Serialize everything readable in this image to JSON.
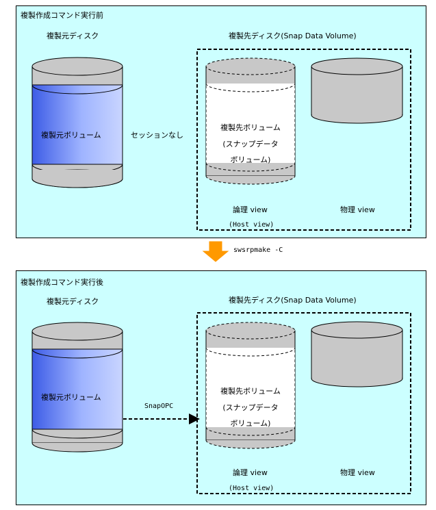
{
  "before": {
    "title": "複製作成コマンド実行前",
    "source_disk_label": "複製元ディスク",
    "target_disk_label": "複製先ディスク(Snap Data Volume)",
    "source_volume_label": "複製元ボリューム",
    "session_label": "セッションなし",
    "target_volume_line1": "複製先ボリューム",
    "target_volume_line2": "(スナップデータ",
    "target_volume_line3": "ボリューム)",
    "logical_view_label": "論理 view",
    "host_view_label": "(Host view)",
    "physical_view_label": "物理 view"
  },
  "command": {
    "label": "swsrpmake -C"
  },
  "after": {
    "title": "複製作成コマンド実行後",
    "source_disk_label": "複製元ディスク",
    "target_disk_label": "複製先ディスク(Snap Data Volume)",
    "source_volume_label": "複製元ボリューム",
    "snapopc_label": "SnapOPC",
    "target_volume_line1": "複製先ボリューム",
    "target_volume_line2": "(スナップデータ",
    "target_volume_line3": "ボリューム)",
    "logical_view_label": "論理 view",
    "host_view_label": "(Host view)",
    "physical_view_label": "物理 view"
  },
  "colors": {
    "panel_bg": "#ccffff",
    "disk_gray": "#c8c8c8",
    "volume_blue": "#5f7cf0",
    "arrow_orange": "#ff9900"
  }
}
